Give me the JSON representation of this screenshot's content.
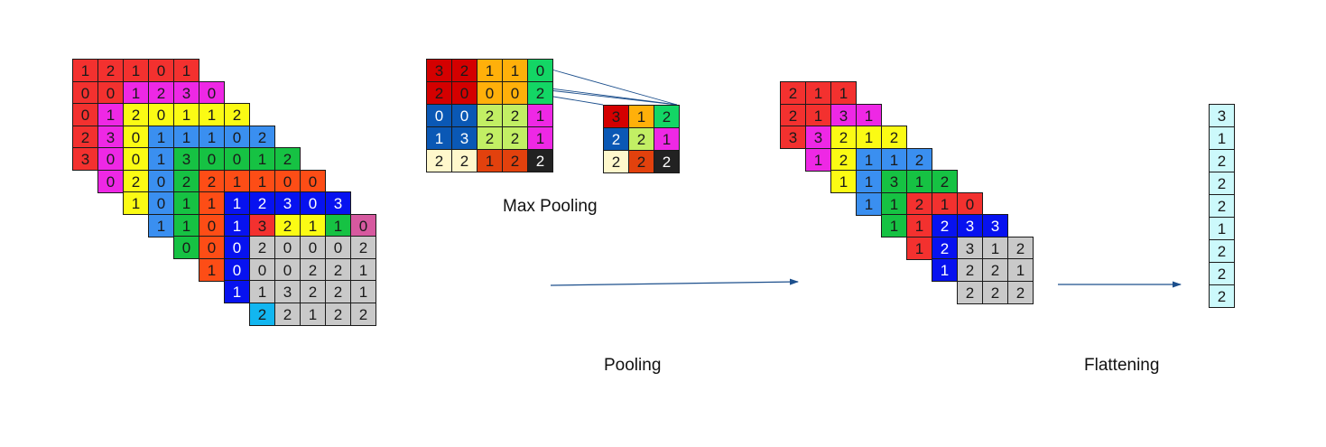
{
  "colors": {
    "R": "#f3312f",
    "M": "#ee28e5",
    "Y": "#fbfb14",
    "B": "#3a8ff0",
    "G": "#16c243",
    "O": "#fd4d16",
    "N": "#0712f0",
    "P": "#d6599f",
    "S": "#c9c9c9",
    "C": "#12b6f0",
    "D": "#d40000",
    "A": "#ffb00a",
    "E": "#13d665",
    "K": "#0a58b5",
    "L": "#c2ef64",
    "W": "#fff8cc",
    "F": "#e2410d",
    "Z": "#222222",
    "T": "#ccf9fb"
  },
  "feature_maps": {
    "staircase": [
      {
        "values": [
          "1",
          "2",
          "1",
          "0",
          "1"
        ],
        "colors": [
          "R",
          "R",
          "R",
          "R",
          "R"
        ]
      },
      {
        "values": [
          "0",
          "0",
          "1",
          "2",
          "3",
          "0"
        ],
        "colors": [
          "R",
          "R",
          "M",
          "M",
          "M",
          "M"
        ]
      },
      {
        "values": [
          "0",
          "1",
          "2",
          "0",
          "1",
          "1",
          "2"
        ],
        "colors": [
          "R",
          "M",
          "Y",
          "Y",
          "Y",
          "Y",
          "Y"
        ]
      },
      {
        "values": [
          "2",
          "3",
          "0",
          "1",
          "1",
          "1",
          "0",
          "2"
        ],
        "colors": [
          "R",
          "M",
          "Y",
          "B",
          "B",
          "B",
          "B",
          "B"
        ]
      },
      {
        "values": [
          "3",
          "0",
          "0",
          "1",
          "3",
          "0",
          "0",
          "1",
          "2"
        ],
        "colors": [
          "R",
          "M",
          "Y",
          "B",
          "G",
          "G",
          "G",
          "G",
          "G"
        ]
      },
      {
        "values": [
          "0",
          "2",
          "0",
          "2",
          "2",
          "1",
          "1",
          "0",
          "0"
        ],
        "colors": [
          "M",
          "Y",
          "B",
          "G",
          "O",
          "O",
          "O",
          "O",
          "O"
        ]
      },
      {
        "values": [
          "1",
          "0",
          "1",
          "1",
          "1",
          "2",
          "3",
          "0",
          "3"
        ],
        "colors": [
          "Y",
          "B",
          "G",
          "O",
          "N",
          "N",
          "N",
          "N",
          "N"
        ]
      },
      {
        "values": [
          "1",
          "1",
          "0",
          "1",
          "3",
          "2",
          "1",
          "1",
          "0"
        ],
        "colors": [
          "B",
          "G",
          "O",
          "N",
          "R",
          "Y",
          "Y",
          "G",
          "P"
        ]
      },
      {
        "values": [
          "0",
          "0",
          "0",
          "2",
          "0",
          "0",
          "0",
          "2"
        ],
        "colors": [
          "G",
          "O",
          "N",
          "S",
          "S",
          "S",
          "S",
          "S"
        ]
      },
      {
        "values": [
          "1",
          "0",
          "0",
          "0",
          "2",
          "2",
          "1"
        ],
        "colors": [
          "O",
          "N",
          "S",
          "S",
          "S",
          "S",
          "S"
        ]
      },
      {
        "values": [
          "1",
          "1",
          "3",
          "2",
          "2",
          "1"
        ],
        "colors": [
          "N",
          "S",
          "S",
          "S",
          "S",
          "S"
        ]
      },
      {
        "values": [
          "2",
          "2",
          "1",
          "2",
          "2"
        ],
        "colors": [
          "C",
          "S",
          "S",
          "S",
          "S"
        ]
      }
    ],
    "pooled_staircase": [
      {
        "values": [
          "2",
          "1",
          "1"
        ],
        "colors": [
          "R",
          "R",
          "R"
        ]
      },
      {
        "values": [
          "2",
          "1",
          "3",
          "1"
        ],
        "colors": [
          "R",
          "R",
          "M",
          "M"
        ]
      },
      {
        "values": [
          "3",
          "3",
          "2",
          "1",
          "2"
        ],
        "colors": [
          "R",
          "M",
          "Y",
          "Y",
          "Y"
        ]
      },
      {
        "values": [
          "1",
          "2",
          "1",
          "1",
          "2"
        ],
        "colors": [
          "M",
          "Y",
          "B",
          "B",
          "B"
        ]
      },
      {
        "values": [
          "1",
          "1",
          "3",
          "1",
          "2"
        ],
        "colors": [
          "Y",
          "B",
          "G",
          "G",
          "G"
        ]
      },
      {
        "values": [
          "1",
          "1",
          "2",
          "1",
          "0"
        ],
        "colors": [
          "B",
          "G",
          "R",
          "R",
          "R"
        ]
      },
      {
        "values": [
          "1",
          "1",
          "2",
          "3",
          "3"
        ],
        "colors": [
          "G",
          "R",
          "N",
          "N",
          "N"
        ]
      },
      {
        "values": [
          "1",
          "2",
          "3",
          "1",
          "2"
        ],
        "colors": [
          "R",
          "N",
          "S",
          "S",
          "S"
        ]
      },
      {
        "values": [
          "1",
          "2",
          "2",
          "1"
        ],
        "colors": [
          "N",
          "S",
          "S",
          "S"
        ]
      },
      {
        "values": [
          "2",
          "2",
          "2"
        ],
        "colors": [
          "S",
          "S",
          "S"
        ]
      }
    ]
  },
  "max_pooling": {
    "caption": "Max Pooling",
    "input_grid": [
      {
        "values": [
          "3",
          "2",
          "1",
          "1",
          "0"
        ],
        "colors": [
          "D",
          "D",
          "A",
          "A",
          "E"
        ]
      },
      {
        "values": [
          "2",
          "0",
          "0",
          "0",
          "2"
        ],
        "colors": [
          "D",
          "D",
          "A",
          "A",
          "E"
        ]
      },
      {
        "values": [
          "0",
          "0",
          "2",
          "2",
          "1"
        ],
        "colors": [
          "K",
          "K",
          "L",
          "L",
          "M"
        ]
      },
      {
        "values": [
          "1",
          "3",
          "2",
          "2",
          "1"
        ],
        "colors": [
          "K",
          "K",
          "L",
          "L",
          "M"
        ]
      },
      {
        "values": [
          "2",
          "2",
          "1",
          "2",
          "2"
        ],
        "colors": [
          "W",
          "W",
          "F",
          "F",
          "Z"
        ]
      }
    ],
    "output_grid": [
      {
        "values": [
          "3",
          "1",
          "2"
        ],
        "colors": [
          "D",
          "A",
          "E"
        ]
      },
      {
        "values": [
          "2",
          "2",
          "1"
        ],
        "colors": [
          "K",
          "L",
          "M"
        ]
      },
      {
        "values": [
          "2",
          "2",
          "2"
        ],
        "colors": [
          "W",
          "F",
          "Z"
        ]
      }
    ]
  },
  "flattened": {
    "values": [
      "3",
      "1",
      "2",
      "2",
      "2",
      "1",
      "2",
      "2",
      "2"
    ],
    "color": "T"
  },
  "captions": {
    "pooling": "Pooling",
    "flattening": "Flattening"
  }
}
